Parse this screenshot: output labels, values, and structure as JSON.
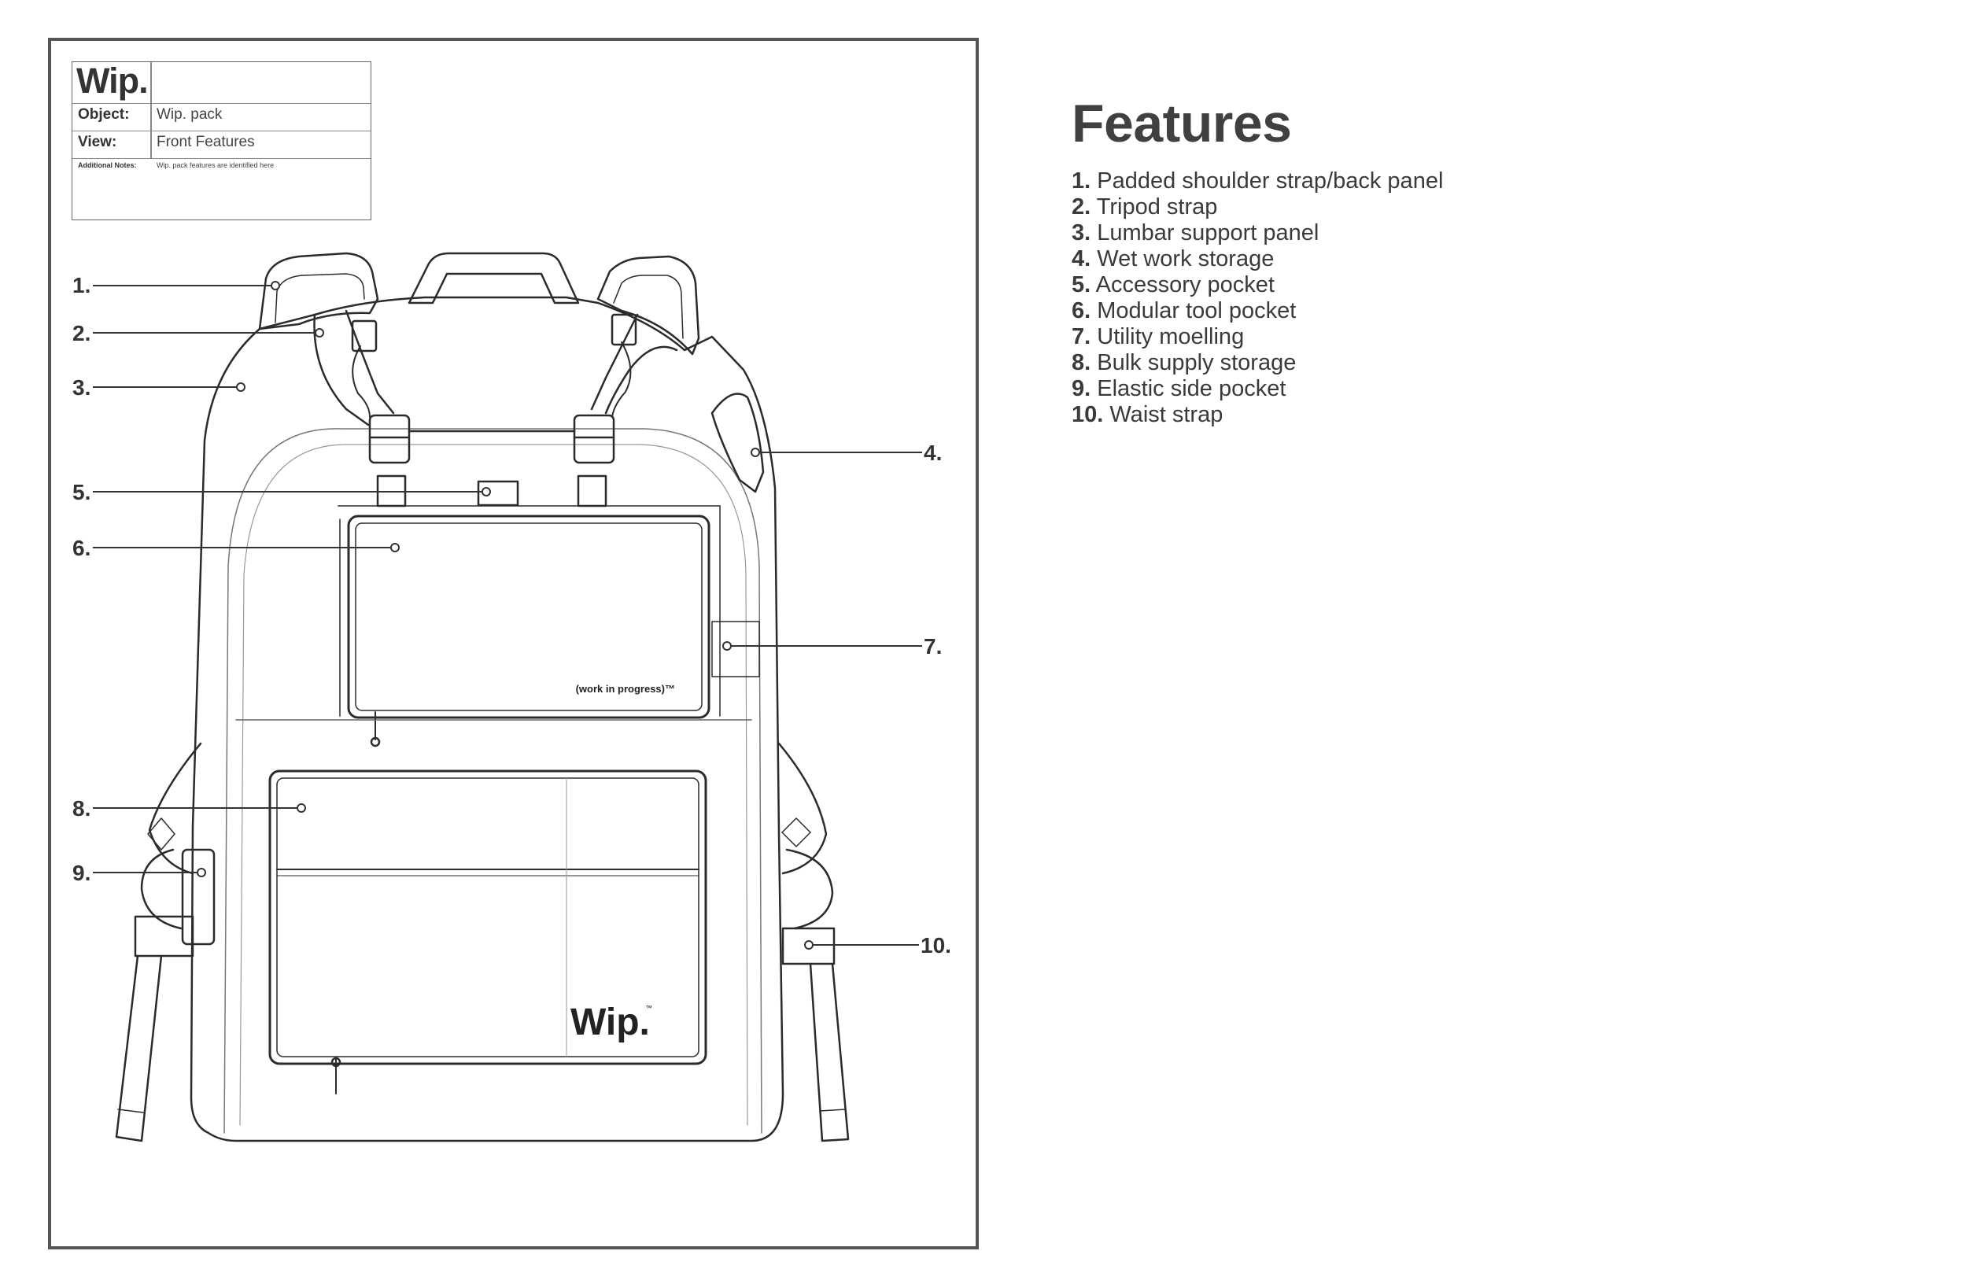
{
  "title_block": {
    "logo": "Wip.",
    "rows": [
      {
        "label": "Object:",
        "value": "Wip. pack"
      },
      {
        "label": "View:",
        "value": "Front Features"
      },
      {
        "label": "Additional Notes:",
        "value": "Wip. pack features are identified here"
      }
    ]
  },
  "callouts": [
    "1.",
    "2.",
    "3.",
    "4.",
    "5.",
    "6.",
    "7.",
    "8.",
    "9.",
    "10."
  ],
  "product_marks": {
    "pocket_tagline": "(work in progress)™",
    "pocket_logo": "Wip.",
    "pocket_logo_tm": "™"
  },
  "features": {
    "title": "Features",
    "items": [
      {
        "num": "1.",
        "label": "Padded shoulder strap/back panel"
      },
      {
        "num": "2.",
        "label": "Tripod strap"
      },
      {
        "num": "3.",
        "label": "Lumbar support panel"
      },
      {
        "num": "4.",
        "label": "Wet work storage"
      },
      {
        "num": "5.",
        "label": "Accessory pocket"
      },
      {
        "num": "6.",
        "label": "Modular tool pocket"
      },
      {
        "num": "7.",
        "label": "Utility moelling"
      },
      {
        "num": "8.",
        "label": "Bulk supply storage"
      },
      {
        "num": "9.",
        "label": "Elastic side pocket"
      },
      {
        "num": "10.",
        "label": "Waist strap"
      }
    ]
  }
}
